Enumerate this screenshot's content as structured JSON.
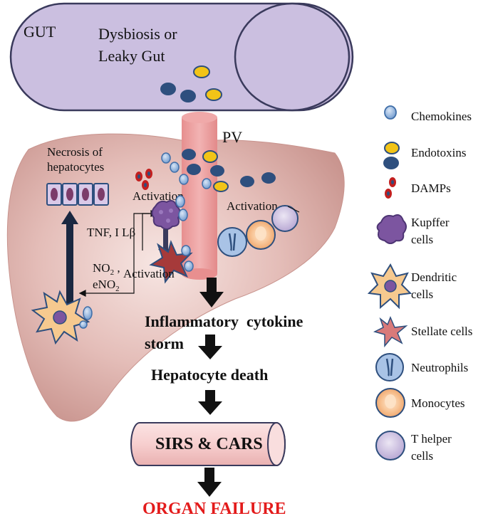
{
  "gut": {
    "label": "GUT",
    "condition_line1": "Dysbiosis or",
    "condition_line2": "Leaky Gut"
  },
  "pv_label": "PV",
  "liver": {
    "necrosis_line1": "Necrosis of",
    "necrosis_line2": "hepatocytes",
    "activation_kupffer": "Activation",
    "activation_right": "Activation",
    "activation_stellate": "Activation",
    "tnf_label": "TNF, I Lβ",
    "no2_prefix": "NO",
    "no2_sub": "2",
    "no2_suffix": " ,",
    "eno2_prefix": "eNO",
    "eno2_sub": "2"
  },
  "cascade": {
    "step1_line1": "Inflammatory  cytokine",
    "step1_line2": "storm",
    "step2": "Hepatocyte death",
    "step3": "SIRS & CARS",
    "step4": "ORGAN FAILURE"
  },
  "legend": {
    "items": [
      {
        "label": "Chemokines",
        "icon": "chemokine-icon"
      },
      {
        "label": "Endotoxins",
        "icon": "endotoxin-icon"
      },
      {
        "label": "DAMPs",
        "icon": "damp-icon"
      },
      {
        "label_line1": "Kupffer",
        "label_line2": "cells",
        "icon": "kupffer-cell-icon"
      },
      {
        "label_line1": "Dendritic",
        "label_line2": "cells",
        "icon": "dendritic-cell-icon"
      },
      {
        "label": "Stellate cells",
        "icon": "stellate-cell-icon"
      },
      {
        "label": "Neutrophils",
        "icon": "neutrophil-icon"
      },
      {
        "label": "Monocytes",
        "icon": "monocyte-icon"
      },
      {
        "label_line1": "T helper",
        "label_line2": "cells",
        "icon": "t-helper-cell-icon"
      }
    ]
  },
  "colors": {
    "gut_fill": "#cbbfe0",
    "gut_stroke": "#3a3a5c",
    "liver_fill": "#e3b8b3",
    "pv_fill": "#eaa3a3",
    "chemokine": "#8fb3de",
    "endotoxin_yellow": "#f2c417",
    "endotoxin_blue": "#2e4f7e",
    "damp_red": "#c21f1f",
    "kupffer": "#7c55a0",
    "dendritic_fill": "#f6c98f",
    "stellate": "#b24a4a",
    "neutrophil": "#a9c3e6",
    "monocyte": "#f6b98b",
    "t_helper": "#cdbfe0",
    "arrow": "#111111",
    "organ_failure": "#e31b1b"
  }
}
